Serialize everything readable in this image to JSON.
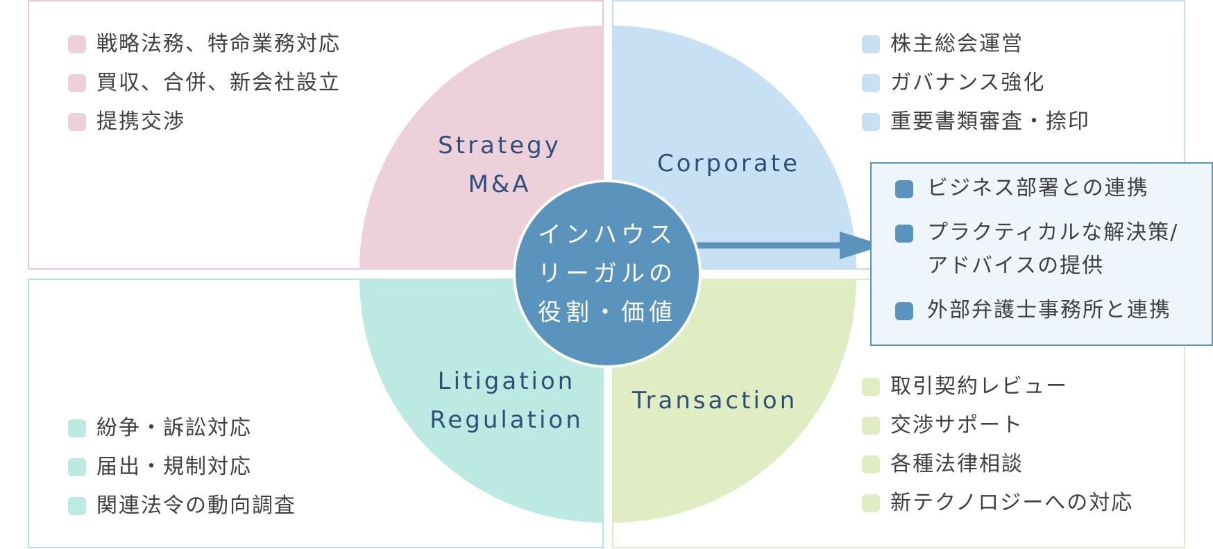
{
  "center": {
    "text": "インハウス\nリーガルの\n役割・価値",
    "color": "#5a93bb"
  },
  "quadrants": {
    "top_left": {
      "label": "Strategy\nM&A",
      "color": "#ecd0da",
      "items": [
        "戦略法務、特命業務対応",
        "買収、合併、新会社設立",
        "提携交渉"
      ]
    },
    "top_right": {
      "label": "Corporate",
      "color": "#c8e0f4",
      "items": [
        "株主総会運営",
        "ガバナンス強化",
        "重要書類審査・捺印"
      ]
    },
    "bottom_left": {
      "label": "Litigation\nRegulation",
      "color": "#bde9e3",
      "items": [
        "紛争・訴訟対応",
        "届出・規制対応",
        "関連法令の動向調査"
      ]
    },
    "bottom_right": {
      "label": "Transaction",
      "color": "#e0ecc2",
      "items": [
        "取引契約レビュー",
        "交渉サポート",
        "各種法律相談",
        "新テクノロジーへの対応"
      ]
    }
  },
  "callout": {
    "color": "#5a93bb",
    "items": [
      "ビジネス部署との連携",
      "プラクティカルな解決策/\nアドバイスの提供",
      "外部弁護士事務所と連携"
    ]
  }
}
